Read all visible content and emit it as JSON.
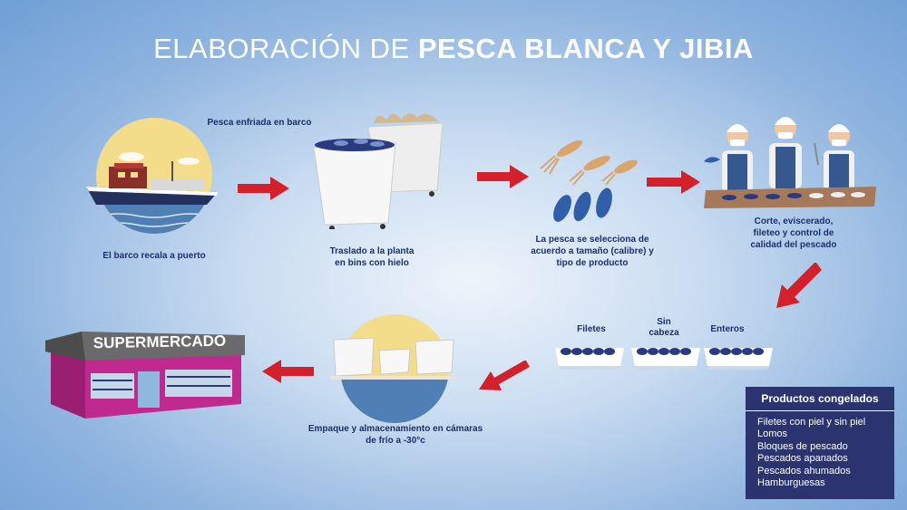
{
  "title": {
    "light": "ELABORACIÓN DE",
    "bold": "PESCA BLANCA Y  JIBIA"
  },
  "steps": {
    "boat_caption": "El barco recala a puerto",
    "chilled_caption": "Pesca enfriada en barco",
    "transfer_caption_1": "Traslado a la planta",
    "transfer_caption_2": "en bins con hielo",
    "select_caption_1": "La pesca se selecciona de",
    "select_caption_2": "acuerdo a tamaño (calibre) y",
    "select_caption_3": "tipo de producto",
    "process_caption_1": "Corte, eviscerado,",
    "process_caption_2": "fileteo y control de",
    "process_caption_3": "calidad del pescado",
    "pack_caption_1": "Empaque y almacenamiento en cámaras",
    "pack_caption_2": "de frío a -30°c",
    "supermarket_sign": "SUPERMERCADO"
  },
  "trays": {
    "filetes": "Filetes",
    "sin_cabeza_1": "Sin",
    "sin_cabeza_2": "cabeza",
    "enteros": "Enteros"
  },
  "panel": {
    "heading": "Productos congelados",
    "items": [
      "Filetes con piel y sin piel",
      "Lomos",
      "Bloques de pescado",
      "Pescados apanados",
      "Pescados ahumados",
      "Hamburguesas"
    ]
  },
  "colors": {
    "arrow": "#d4202a",
    "navy_text": "#1d2f6b",
    "panel_bg": "#2c3470",
    "supermarket": "#c02a8e",
    "sun": "#f3dc8a",
    "water": "#4f7fb5"
  }
}
